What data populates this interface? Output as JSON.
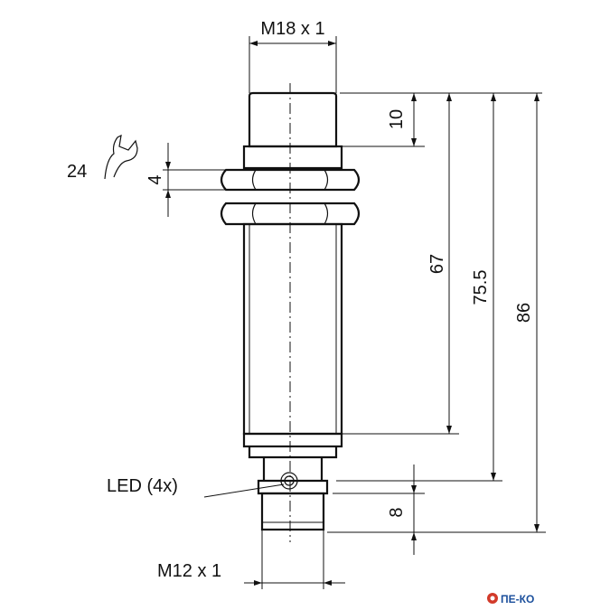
{
  "dimensions": {
    "thread_top": "M18 x 1",
    "thread_bottom": "M12 x 1",
    "nut_thickness": "4",
    "wrench_size": "24",
    "front_cap": "10",
    "length_67": "67",
    "length_75_5": "75.5",
    "length_86": "86",
    "connector": "8",
    "led": "LED (4x)"
  },
  "logo": {
    "text": "ПЕ-КО",
    "color": "#1b4f9c",
    "accent": "#d23a2a"
  }
}
